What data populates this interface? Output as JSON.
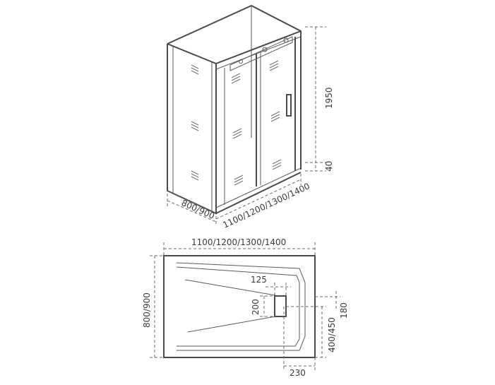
{
  "dimensions": {
    "height_total": "1950",
    "height_base": "40",
    "depth": "800/900",
    "width_diagonal": "1100/1200/1300/1400",
    "plan_width": "1100/1200/1300/1400",
    "plan_depth": "800/900",
    "drain_width": "125",
    "drain_height": "200",
    "drain_offset_right": "180",
    "drain_offset_bottom": "400/450",
    "drain_offset_left": "230"
  },
  "colors": {
    "line": "#4a4a4a",
    "dimension": "#6b6b6b",
    "text": "#3a3a3a"
  }
}
